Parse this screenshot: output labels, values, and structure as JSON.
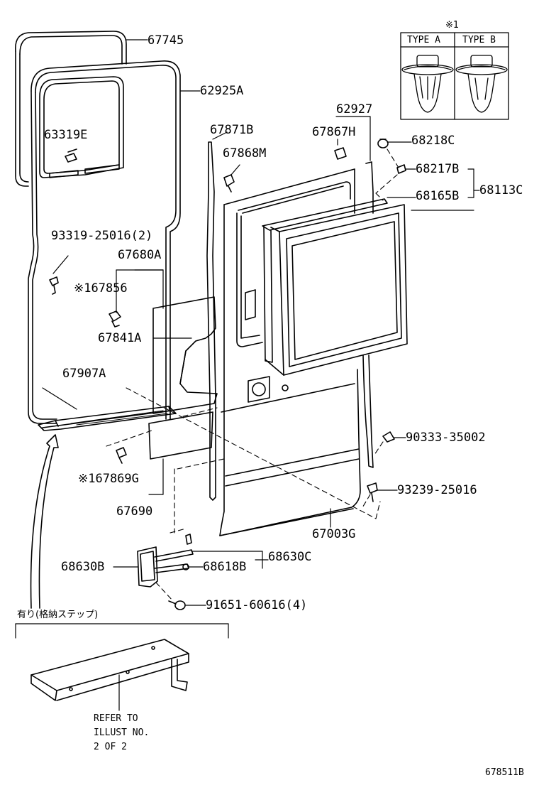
{
  "diagram_id": "678511B",
  "legend": {
    "marker": "※1",
    "type_a": "TYPE A",
    "type_b": "TYPE B"
  },
  "parts": {
    "p67745": "67745",
    "p62925A": "62925A",
    "p63319E": "63319E",
    "p93319": "93319-25016(2)",
    "p67680A": "67680A",
    "p67856": "※167856",
    "p67841A": "67841A",
    "p67907A": "67907A",
    "p67869G": "※167869G",
    "p67690": "67690",
    "p67871B": "67871B",
    "p67868M": "67868M",
    "p62927": "62927",
    "p67867H": "67867H",
    "p68218C": "68218C",
    "p68217B": "68217B",
    "p68165B": "68165B",
    "p68113C": "68113C",
    "p90333": "90333-35002",
    "p93239": "93239-25016",
    "p67003G": "67003G",
    "p68630C": "68630C",
    "p68630B": "68630B",
    "p68618B": "68618B",
    "p91651": "91651-60616(4)"
  },
  "step_section": {
    "heading": "有り(格納ステップ)",
    "refer": "REFER TO\nILLUST NO.\n2 OF 2"
  }
}
